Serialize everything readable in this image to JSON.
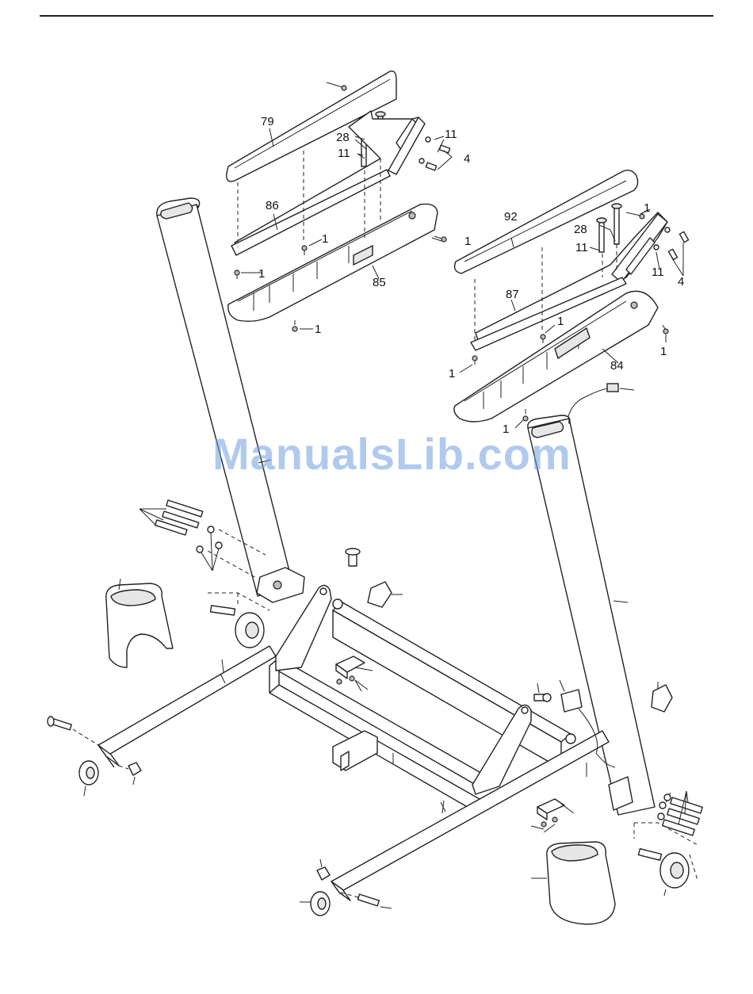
{
  "watermark": "ManualsLib.com",
  "labels": {
    "p79": "79",
    "p28a": "28",
    "p11a": "11",
    "p11b": "11",
    "p4a": "4",
    "p86": "86",
    "p1a": "1",
    "p1b": "1",
    "p1c": "1",
    "p1d": "1",
    "p85": "85",
    "p92": "92",
    "p1e": "1",
    "p28b": "28",
    "p11c": "11",
    "p11d": "11",
    "p4b": "4",
    "p87": "87",
    "p1f": "1",
    "p1g": "1",
    "p1h": "1",
    "p84": "84",
    "p1i": "1"
  },
  "colors": {
    "line": "#222222",
    "watermark": "#6f9fe0"
  }
}
